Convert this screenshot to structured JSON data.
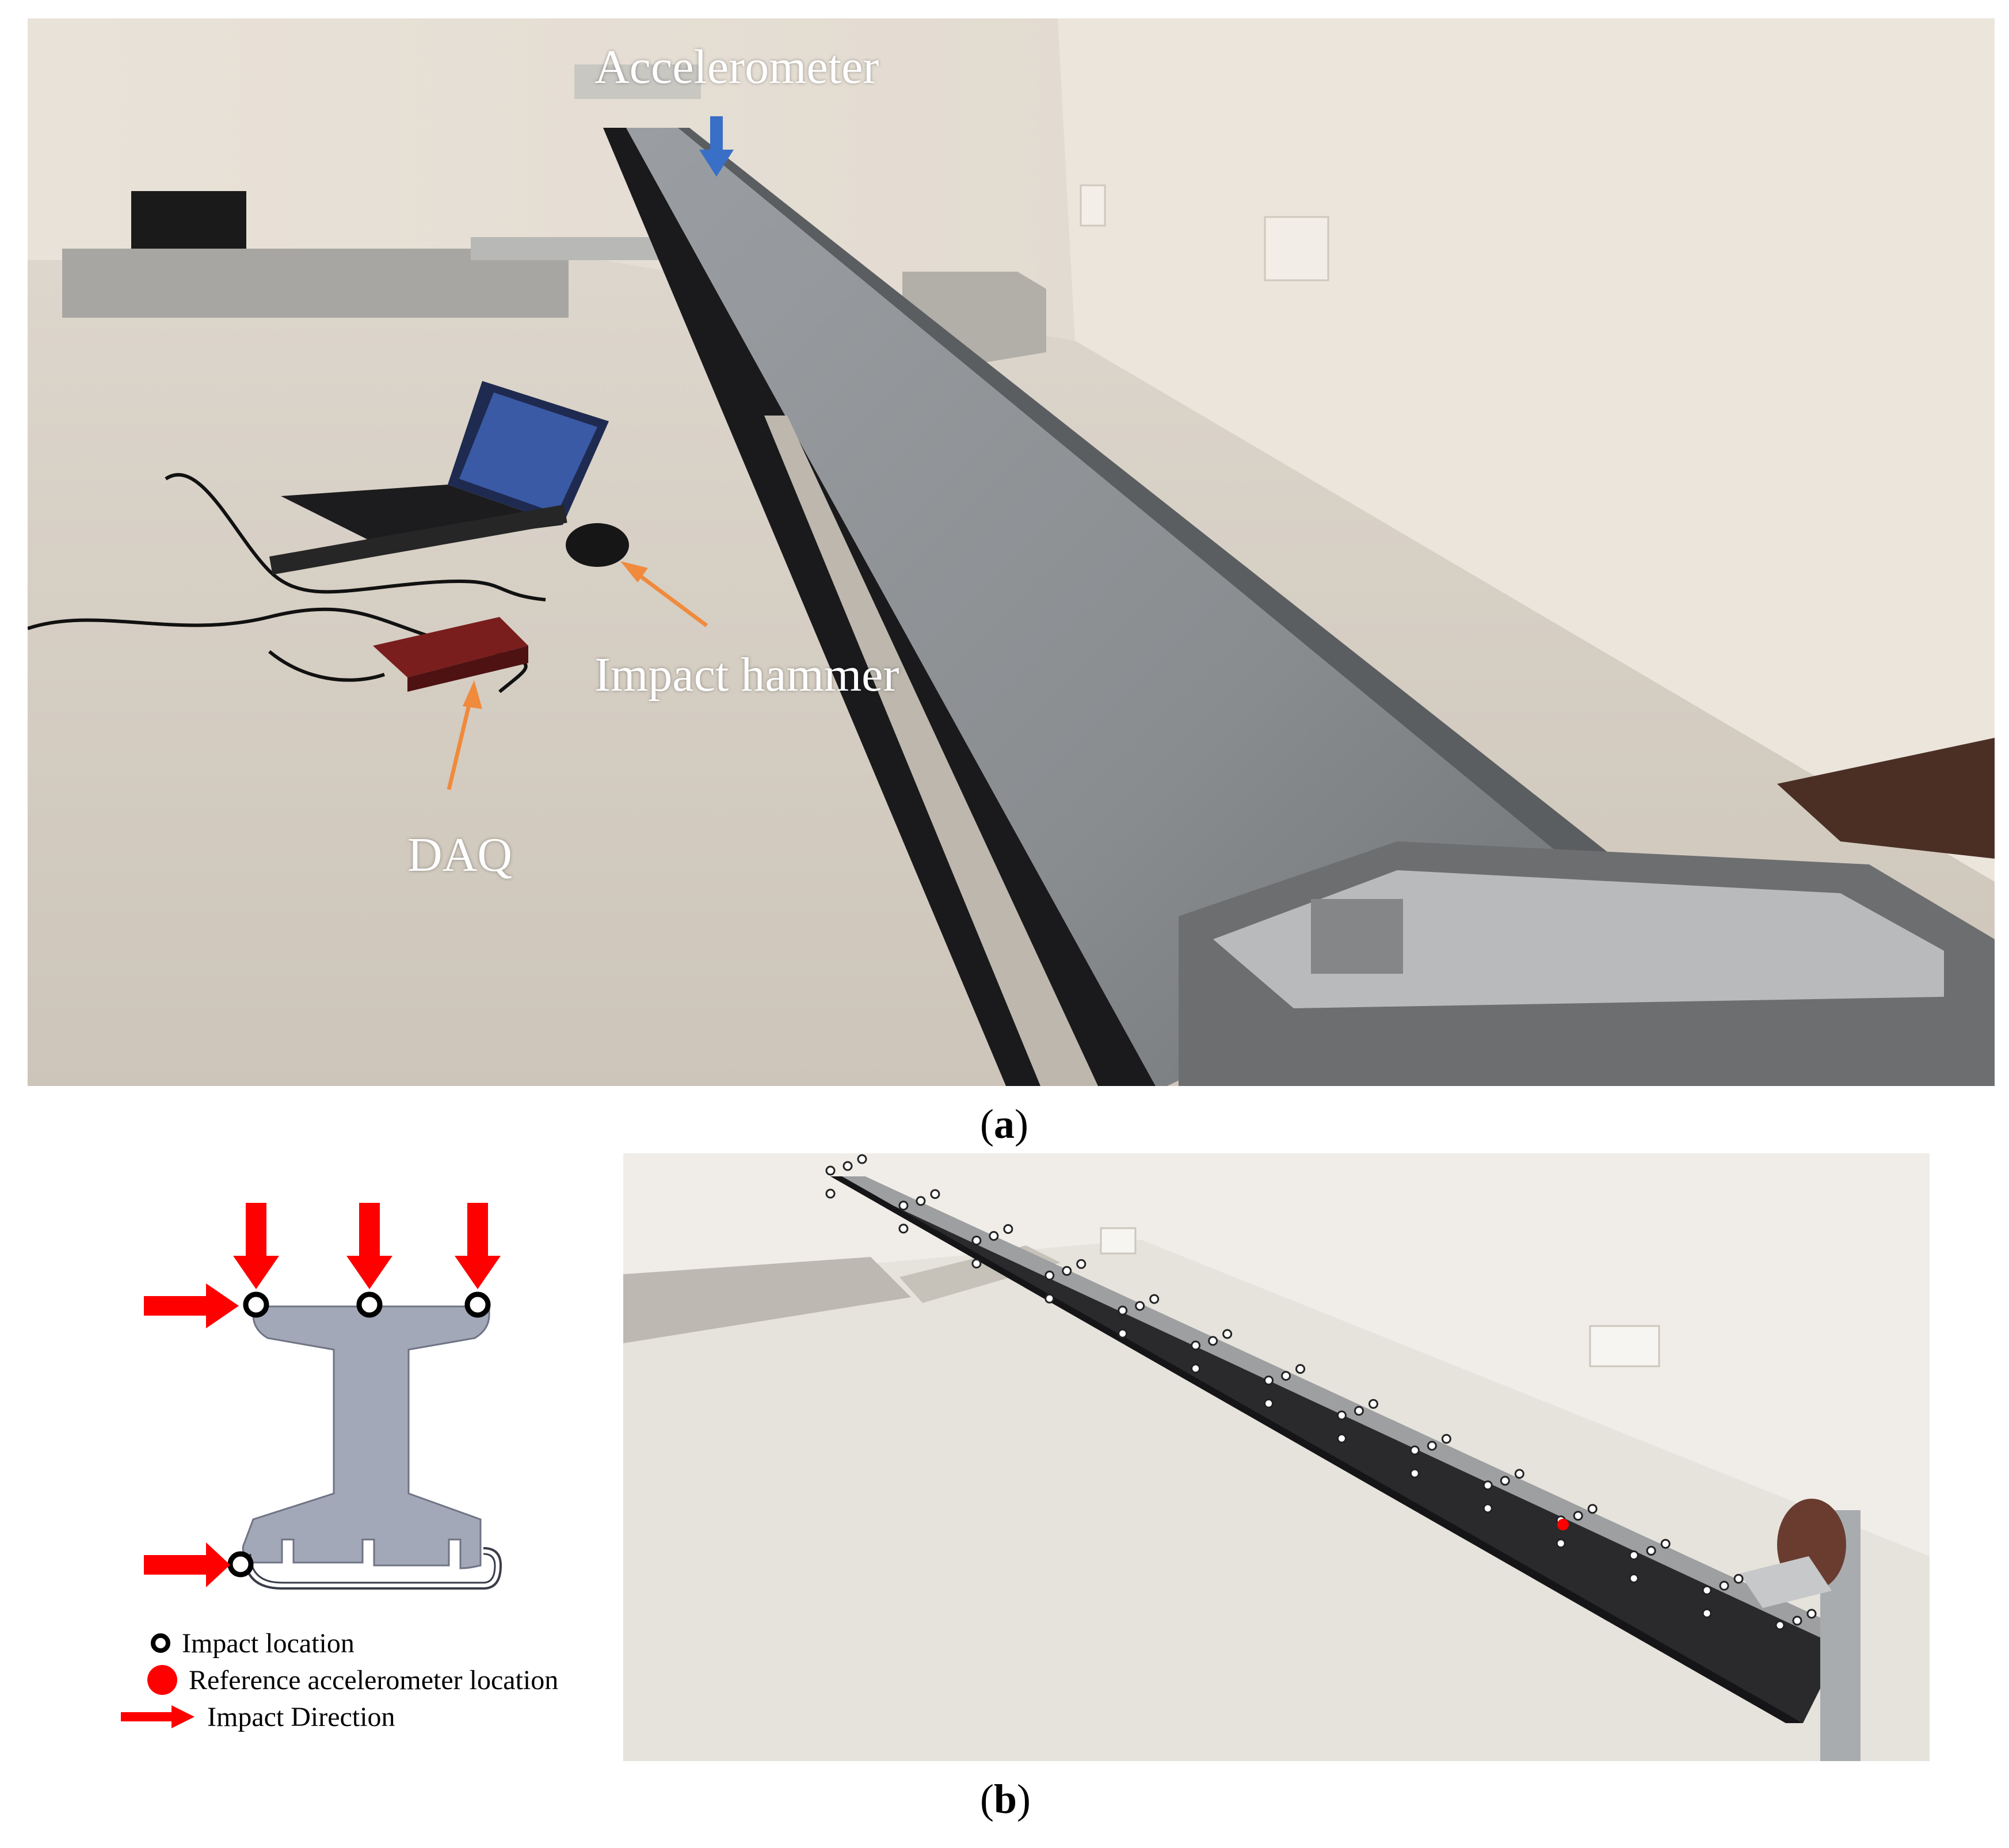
{
  "panel_a": {
    "labels": {
      "accelerometer": "Accelerometer",
      "impact_hammer": "Impact hammer",
      "daq": "DAQ"
    },
    "caption_letter": "a"
  },
  "panel_b": {
    "legend": {
      "impact_location": "Impact location",
      "reference_accelerometer": "Reference accelerometer location",
      "impact_direction": "Impact Direction"
    },
    "caption_letter": "b"
  },
  "colors": {
    "arrow_blue": "#3a6fc7",
    "arrow_orange": "#f08a3c",
    "impact_arrow_red": "#ff0000",
    "profile_fill": "#a3a8b8",
    "reference_dot": "#ff0000"
  }
}
